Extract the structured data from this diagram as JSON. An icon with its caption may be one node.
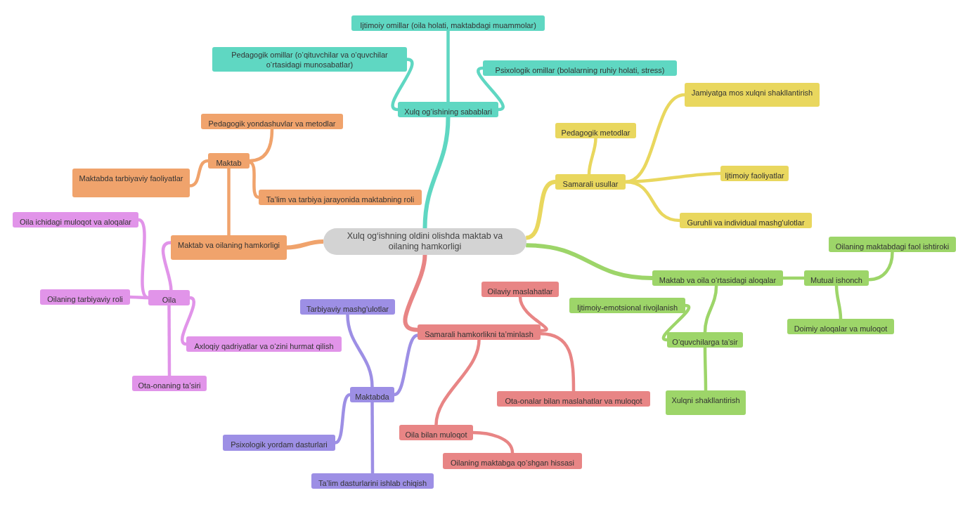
{
  "diagram": {
    "nodes": [
      {
        "text": [
          "Xulq og‘ishning oldini olishda maktab va oilaning hamkorligi"
        ]
      },
      {
        "text": [
          "Xulq og‘ishining sabablari"
        ]
      },
      {
        "text": [
          "Ijtimoiy omillar (oila holati, maktabdagi muammolar)"
        ]
      },
      {
        "text": [
          "Pedagogik omillar (o‘qituvchilar va o‘quvchilar o‘rtasidagi munosabatlar)"
        ]
      },
      {
        "text": [
          "Psixologik omillar (bolalarning ruhiy holati, stress)"
        ]
      },
      {
        "text": [
          "Maktab va oilaning hamkorligi"
        ]
      },
      {
        "text": [
          "Maktab"
        ]
      },
      {
        "text": [
          "Pedagogik yondashuvlar va metodlar"
        ]
      },
      {
        "text": [
          "Maktabda tarbiyaviy faoliyatlar"
        ]
      },
      {
        "text": [
          "Ta’lim va tarbiya jarayonida maktabning roli"
        ]
      },
      {
        "text": [
          "Oila"
        ]
      },
      {
        "text": [
          "Oila ichidagi muloqot va aloqalar"
        ]
      },
      {
        "text": [
          "Oilaning tarbiyaviy roli"
        ]
      },
      {
        "text": [
          "Axloqiy qadriyatlar va o‘zini hurmat qilish"
        ]
      },
      {
        "text": [
          "Ota-onaning ta’siri"
        ]
      },
      {
        "text": [
          "Samarali hamkorlikni ta’minlash"
        ]
      },
      {
        "text": [
          "Oilaviy maslahatlar"
        ]
      },
      {
        "text": [
          "Ota-onalar bilan maslahatlar va muloqot"
        ]
      },
      {
        "text": [
          "Oila bilan muloqot"
        ]
      },
      {
        "text": [
          "Oilaning maktabga qo‘shgan hissasi"
        ]
      },
      {
        "text": [
          "Maktabda"
        ]
      },
      {
        "text": [
          "Tarbiyaviy mashg'ulotlar"
        ]
      },
      {
        "text": [
          "Psixologik yordam dasturlari"
        ]
      },
      {
        "text": [
          "Ta’lim dasturlarini ishlab chiqish"
        ]
      },
      {
        "text": [
          "Samarali usullar"
        ]
      },
      {
        "text": [
          "Pedagogik metodlar"
        ]
      },
      {
        "text": [
          "Jamiyatga mos xulqni shakllantirish"
        ]
      },
      {
        "text": [
          "Ijtimoiy faoliyatlar"
        ]
      },
      {
        "text": [
          "Guruhli va individual mashg'ulotlar"
        ]
      },
      {
        "text": [
          "Maktab va oila o‘rtasidagi aloqalar"
        ]
      },
      {
        "text": [
          "Mutual ishonch"
        ]
      },
      {
        "text": [
          "Oilaning maktabdagi faol ishtiroki"
        ]
      },
      {
        "text": [
          "Doimiy aloqalar va muloqot"
        ]
      },
      {
        "text": [
          "O‘quvchilarga ta’sir"
        ]
      },
      {
        "text": [
          "Ijtimoiy-emotsional rivojlanish"
        ]
      },
      {
        "text": [
          "Xulqni shakllantirish"
        ]
      }
    ],
    "edges": [
      {
        "from": 0,
        "to": 1,
        "arrow": "none",
        "color": "#5fd7c2"
      },
      {
        "from": 1,
        "to": 2,
        "arrow": "none",
        "color": "#5fd7c2"
      },
      {
        "from": 1,
        "to": 3,
        "arrow": "none",
        "color": "#5fd7c2"
      },
      {
        "from": 1,
        "to": 4,
        "arrow": "none",
        "color": "#5fd7c2"
      },
      {
        "from": 0,
        "to": 5,
        "arrow": "none",
        "color": "#f0a36c"
      },
      {
        "from": 5,
        "to": 6,
        "arrow": "none",
        "color": "#f0a36c"
      },
      {
        "from": 6,
        "to": 7,
        "arrow": "none",
        "color": "#f0a36c"
      },
      {
        "from": 6,
        "to": 8,
        "arrow": "none",
        "color": "#f0a36c"
      },
      {
        "from": 6,
        "to": 9,
        "arrow": "none",
        "color": "#f0a36c"
      },
      {
        "from": 5,
        "to": 10,
        "arrow": "none",
        "color": "#e194e9"
      },
      {
        "from": 10,
        "to": 11,
        "arrow": "none",
        "color": "#e194e9"
      },
      {
        "from": 10,
        "to": 12,
        "arrow": "none",
        "color": "#e194e9"
      },
      {
        "from": 10,
        "to": 13,
        "arrow": "none",
        "color": "#e194e9"
      },
      {
        "from": 10,
        "to": 14,
        "arrow": "none",
        "color": "#e194e9"
      },
      {
        "from": 0,
        "to": 15,
        "arrow": "none",
        "color": "#e88585"
      },
      {
        "from": 15,
        "to": 16,
        "arrow": "none",
        "color": "#e88585"
      },
      {
        "from": 15,
        "to": 17,
        "arrow": "none",
        "color": "#e88585"
      },
      {
        "from": 15,
        "to": 18,
        "arrow": "none",
        "color": "#e88585"
      },
      {
        "from": 18,
        "to": 19,
        "arrow": "none",
        "color": "#e88585"
      },
      {
        "from": 15,
        "to": 20,
        "arrow": "none",
        "color": "#9d8fe5"
      },
      {
        "from": 20,
        "to": 21,
        "arrow": "none",
        "color": "#9d8fe5"
      },
      {
        "from": 20,
        "to": 22,
        "arrow": "none",
        "color": "#9d8fe5"
      },
      {
        "from": 20,
        "to": 23,
        "arrow": "none",
        "color": "#9d8fe5"
      },
      {
        "from": 0,
        "to": 24,
        "arrow": "none",
        "color": "#e9d75e"
      },
      {
        "from": 24,
        "to": 25,
        "arrow": "none",
        "color": "#e9d75e"
      },
      {
        "from": 24,
        "to": 26,
        "arrow": "none",
        "color": "#e9d75e"
      },
      {
        "from": 24,
        "to": 27,
        "arrow": "none",
        "color": "#e9d75e"
      },
      {
        "from": 24,
        "to": 28,
        "arrow": "none",
        "color": "#e9d75e"
      },
      {
        "from": 0,
        "to": 29,
        "arrow": "none",
        "color": "#9dd569"
      },
      {
        "from": 29,
        "to": 30,
        "arrow": "none",
        "color": "#9dd569"
      },
      {
        "from": 30,
        "to": 31,
        "arrow": "none",
        "color": "#9dd569"
      },
      {
        "from": 30,
        "to": 32,
        "arrow": "none",
        "color": "#9dd569"
      },
      {
        "from": 29,
        "to": 33,
        "arrow": "none",
        "color": "#9dd569"
      },
      {
        "from": 33,
        "to": 34,
        "arrow": "none",
        "color": "#9dd569"
      },
      {
        "from": 33,
        "to": 35,
        "arrow": "none",
        "color": "#9dd569"
      }
    ]
  }
}
